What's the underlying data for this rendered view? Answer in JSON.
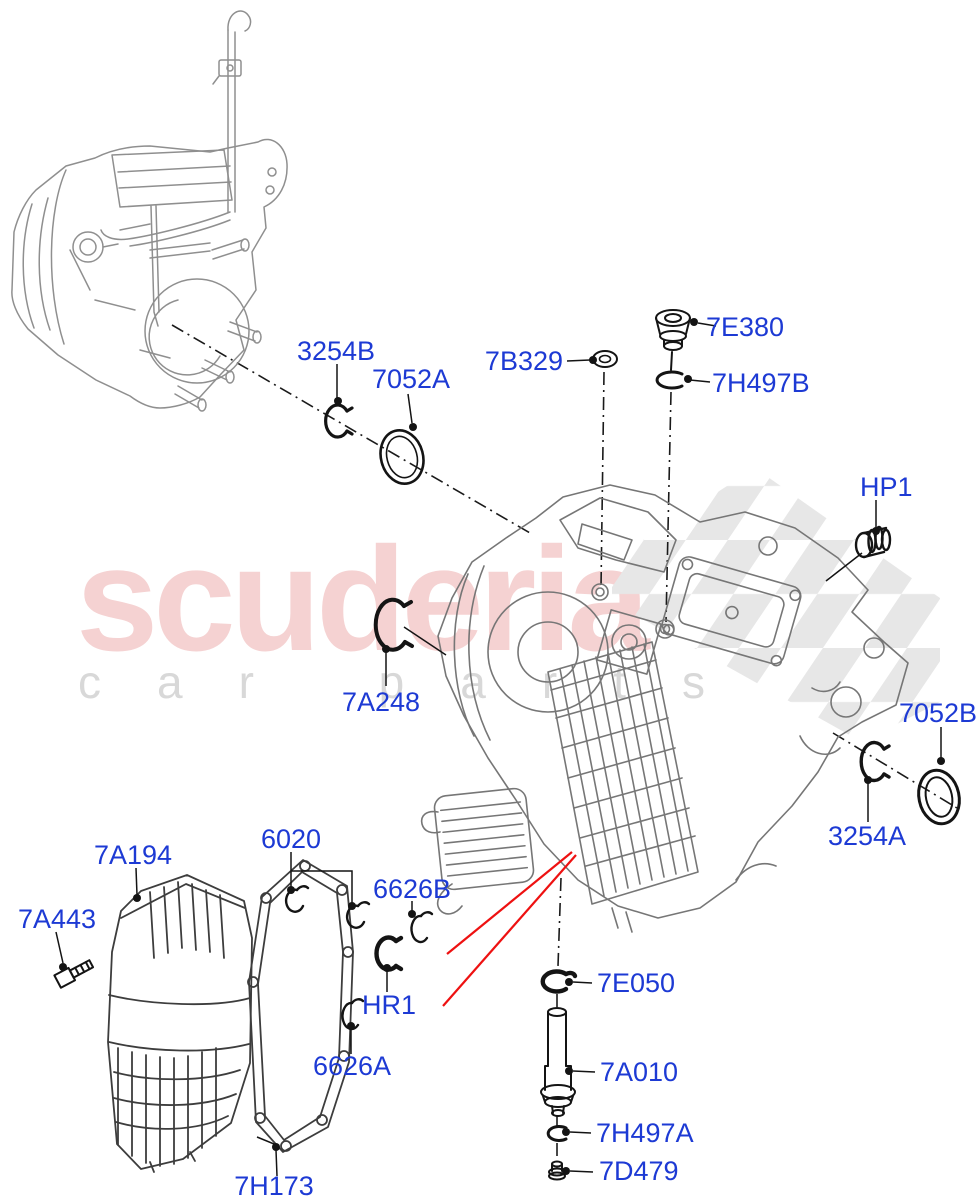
{
  "diagram": {
    "title": "Automatic transmission / transaxle exploded parts diagram",
    "label_color": "#1d3ad4",
    "red_pointer_color": "#ee1111",
    "part_labels": [
      {
        "text": "3254B"
      },
      {
        "text": "7052A"
      },
      {
        "text": "7B329"
      },
      {
        "text": "7E380"
      },
      {
        "text": "7H497B"
      },
      {
        "text": "HP1"
      },
      {
        "text": "7A248"
      },
      {
        "text": "7052B"
      },
      {
        "text": "3254A"
      },
      {
        "text": "7A194"
      },
      {
        "text": "6020"
      },
      {
        "text": "6626B"
      },
      {
        "text": "7A443"
      },
      {
        "text": "HR1"
      },
      {
        "text": "6626A"
      },
      {
        "text": "7H173"
      },
      {
        "text": "7E050"
      },
      {
        "text": "7A010"
      },
      {
        "text": "7H497A"
      },
      {
        "text": "7D479"
      }
    ]
  },
  "watermark": {
    "brand": "scuderia",
    "subtitle": "car parts",
    "brand_color": "#f5d2d2",
    "subtitle_color": "#d8d8d8",
    "checker_color": "#e7e7e7"
  }
}
